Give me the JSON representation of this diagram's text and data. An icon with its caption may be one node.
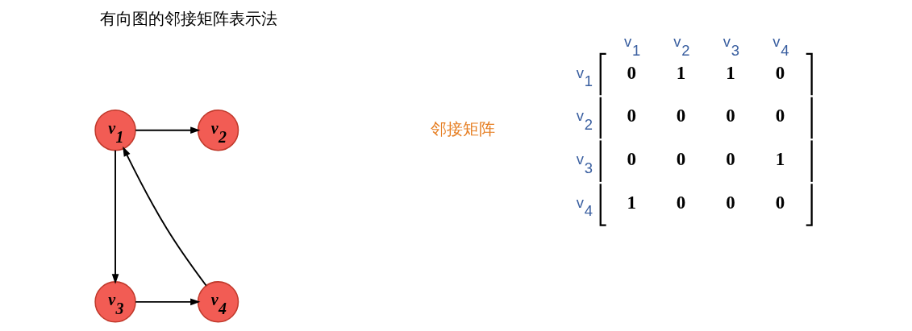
{
  "diagram": {
    "title": "有向图的邻接矩阵表示法",
    "nodes": [
      {
        "text": [
          "v$_{1}$"
        ]
      },
      {
        "text": [
          "v$_{2}$"
        ]
      },
      {
        "text": [
          "v$_{3}$"
        ]
      },
      {
        "text": [
          "v$_{4}$"
        ]
      }
    ],
    "edges": [
      {
        "from": 0,
        "to": 1,
        "arrow": "to"
      },
      {
        "from": 0,
        "to": 2,
        "arrow": "to"
      },
      {
        "from": 2,
        "to": 3,
        "arrow": "to"
      },
      {
        "from": 3,
        "to": 0,
        "arrow": "to"
      }
    ],
    "labels": [
      "v$_{1}$",
      "v$_{2}$",
      "v$_{3}$",
      "v$_{4}$",
      "v$_{1}$",
      "0",
      "1",
      "1",
      "0",
      "v$_{2}$",
      "0",
      "0",
      "0",
      "0",
      "v$_{3}$",
      "0",
      "0",
      "0",
      "1",
      "v$_{4}$",
      "1",
      "0",
      "0",
      "0",
      "邻接矩阵"
    ]
  }
}
